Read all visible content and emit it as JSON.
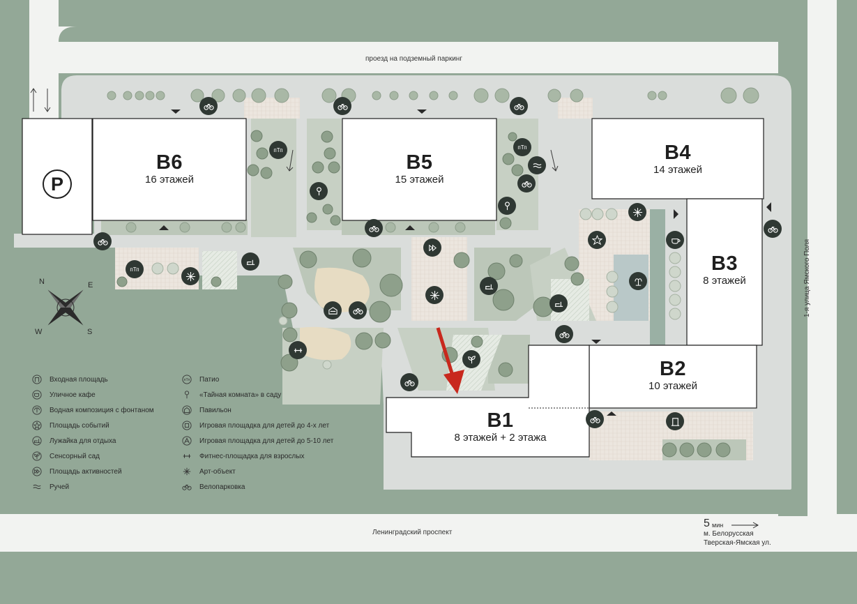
{
  "streets": {
    "top_road": "проезд на подземный паркинг",
    "bottom_road": "Ленинградский проспект",
    "right_road": "1-я улица Ямского Поля"
  },
  "buildings": [
    {
      "id": "B6",
      "name": "В6",
      "floors": "16 этажей"
    },
    {
      "id": "B5",
      "name": "В5",
      "floors": "15 этажей"
    },
    {
      "id": "B4",
      "name": "В4",
      "floors": "14 этажей"
    },
    {
      "id": "B3",
      "name": "В3",
      "floors": "8 этажей"
    },
    {
      "id": "B2",
      "name": "В2",
      "floors": "10 этажей"
    },
    {
      "id": "B1",
      "name": "В1",
      "floors": "8 этажей + 2 этажа"
    }
  ],
  "parking": {
    "label": "P"
  },
  "compass": {
    "n": "N",
    "e": "E",
    "s": "S",
    "w": "W"
  },
  "metro": {
    "minutes": "5",
    "minutes_unit": "мин",
    "station": "м. Белорусская",
    "street": "Тверская-Ямская ул."
  },
  "legend": {
    "left": [
      {
        "icon": "entrance-area-icon",
        "label": "Входная площадь"
      },
      {
        "icon": "street-cafe-icon",
        "label": "Уличное кафе"
      },
      {
        "icon": "fountain-icon",
        "label": "Водная композиция с фонтаном"
      },
      {
        "icon": "events-area-icon",
        "label": "Площадь событий"
      },
      {
        "icon": "lawn-icon",
        "label": "Лужайка для отдыха"
      },
      {
        "icon": "sensory-garden-icon",
        "label": "Сенсорный сад"
      },
      {
        "icon": "activity-area-icon",
        "label": "Площадь активностей"
      },
      {
        "icon": "stream-icon",
        "label": "Ручей"
      }
    ],
    "right": [
      {
        "icon": "patio-icon",
        "label": "Патио"
      },
      {
        "icon": "secret-room-icon",
        "label": "«Тайная комната» в саду"
      },
      {
        "icon": "pavilion-icon",
        "label": "Павильон"
      },
      {
        "icon": "playground-toddler-icon",
        "label": "Игровая площадка для детей до 4-х лет"
      },
      {
        "icon": "playground-kids-icon",
        "label": "Игровая площадка для детей до 5-10 лет"
      },
      {
        "icon": "fitness-icon",
        "label": "Фитнес-площадка для взрослых"
      },
      {
        "icon": "art-object-icon",
        "label": "Арт-объект"
      },
      {
        "icon": "bike-parking-icon",
        "label": "Велопарковка"
      }
    ]
  },
  "patio_abbr": "пТп",
  "colors": {
    "background_green": "#93a897",
    "road": "#f2f3f1",
    "building": "#ffffff",
    "courtyard": "#d9dcd8",
    "paving": "#ece6df",
    "tree": "#a9b8a6",
    "poi_dark": "#2f3833",
    "arrow_red": "#c8281d"
  }
}
